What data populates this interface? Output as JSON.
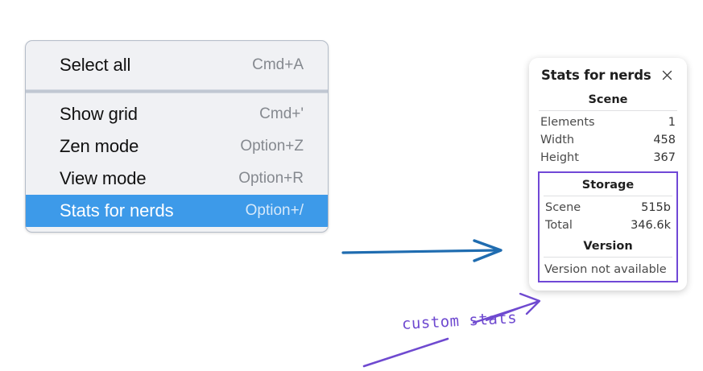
{
  "context_menu": {
    "groups": [
      {
        "items": [
          {
            "label": "Select all",
            "shortcut": "Cmd+A",
            "selected": false
          }
        ]
      },
      {
        "items": [
          {
            "label": "Show grid",
            "shortcut": "Cmd+'",
            "selected": false
          },
          {
            "label": "Zen mode",
            "shortcut": "Option+Z",
            "selected": false
          },
          {
            "label": "View mode",
            "shortcut": "Option+R",
            "selected": false
          },
          {
            "label": "Stats for nerds",
            "shortcut": "Option+/",
            "selected": true
          }
        ]
      }
    ],
    "highlight_color": "#3d9ae9"
  },
  "stats_panel": {
    "title": "Stats for nerds",
    "close_icon": "close-icon",
    "scene": {
      "section_label": "Scene",
      "rows": [
        {
          "key": "Elements",
          "value": "1"
        },
        {
          "key": "Width",
          "value": "458"
        },
        {
          "key": "Height",
          "value": "367"
        }
      ]
    },
    "storage": {
      "section_label": "Storage",
      "rows": [
        {
          "key": "Scene",
          "value": "515b"
        },
        {
          "key": "Total",
          "value": "346.6k"
        }
      ]
    },
    "version": {
      "section_label": "Version",
      "text": "Version not available"
    },
    "highlight_border_color": "#7048d6"
  },
  "annotations": {
    "arrow_color": "#1f6cb0",
    "pen_color": "#6f4ad0",
    "handwritten_note": "custom stats"
  }
}
